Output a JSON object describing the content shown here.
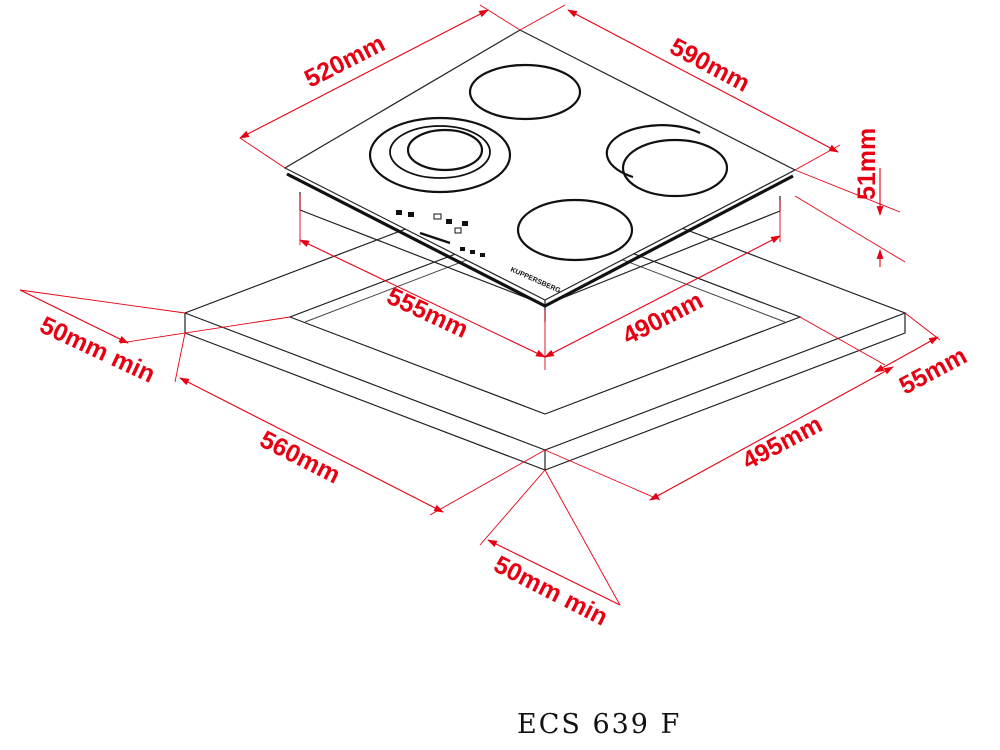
{
  "model": "ECS 639 F",
  "brand_mark": "KUPPERSBERG",
  "dimensions": {
    "top_width": "520mm",
    "top_depth": "590mm",
    "thickness": "51mm",
    "cutout_width": "555mm",
    "cutout_depth": "490mm",
    "clearance_left": "50mm min",
    "counter_width": "560mm",
    "counter_depth": "495mm",
    "clearance_right": "55mm",
    "clearance_front": "50mm min"
  },
  "colors": {
    "dimension": "#e60012",
    "outline": "#222222"
  }
}
